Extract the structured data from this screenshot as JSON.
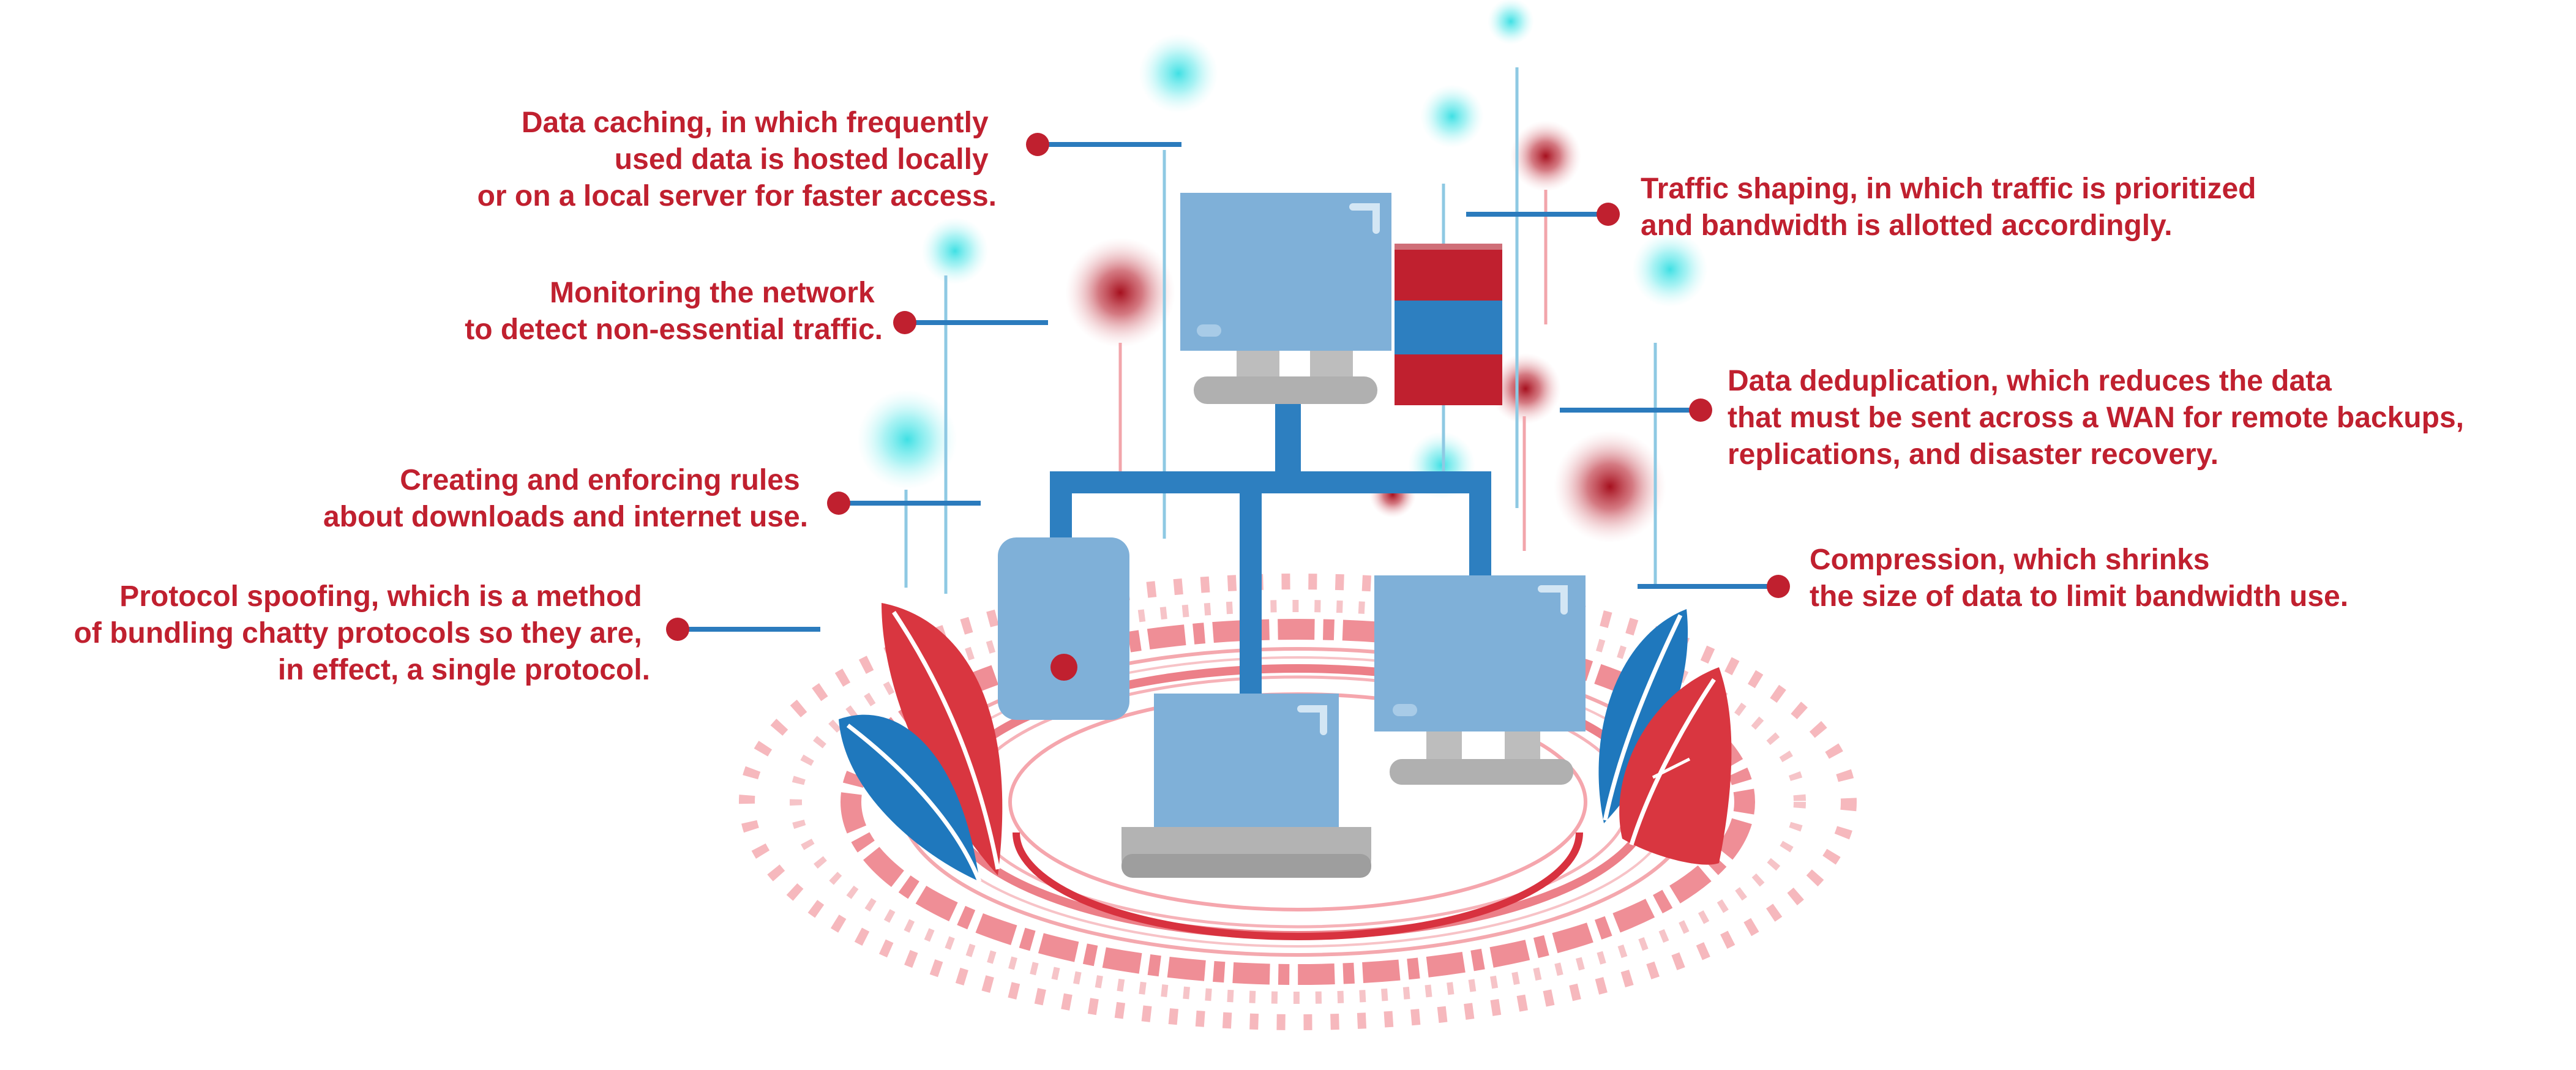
{
  "colors": {
    "label": "#c0202f",
    "connector_line": "#2b7bbd",
    "screen": "#7fb0d8",
    "stand": "#b3b3b3",
    "network_trunk": "#2d7fc0",
    "server_red": "#c0202f",
    "server_blue": "#2d7fc0",
    "ring_pink": "#f29aa0",
    "leaf_red": "#d93640",
    "leaf_blue": "#1f78bd",
    "glow_cyan": "#3fe0e4",
    "glow_red": "#a6101e"
  },
  "callouts": [
    {
      "id": "data-caching",
      "side": "left",
      "lines": [
        "Data caching, in which frequently",
        "used data is hosted locally",
        "or on a local server for faster access."
      ]
    },
    {
      "id": "monitoring",
      "side": "left",
      "lines": [
        "Monitoring the network",
        "to detect non-essential traffic."
      ]
    },
    {
      "id": "rules",
      "side": "left",
      "lines": [
        "Creating and enforcing rules",
        "about downloads and internet use."
      ]
    },
    {
      "id": "protocol-spoofing",
      "side": "left",
      "lines": [
        "Protocol spoofing, which is a method",
        "of bundling chatty protocols so they are,",
        "in effect, a single protocol."
      ]
    },
    {
      "id": "traffic-shaping",
      "side": "right",
      "lines": [
        "Traffic shaping, in which traffic is prioritized",
        "and bandwidth is allotted accordingly."
      ]
    },
    {
      "id": "deduplication",
      "side": "right",
      "lines": [
        "Data deduplication, which reduces the data",
        "that must be sent across a WAN for remote backups,",
        "replications, and disaster recovery."
      ]
    },
    {
      "id": "compression",
      "side": "right",
      "lines": [
        "Compression, which shrinks",
        "the size of data to limit bandwidth use."
      ]
    }
  ],
  "devices": [
    {
      "id": "top-monitor",
      "icon": "monitor-icon"
    },
    {
      "id": "server-rack",
      "icon": "server-icon"
    },
    {
      "id": "tablet",
      "icon": "tablet-icon"
    },
    {
      "id": "laptop",
      "icon": "laptop-icon"
    },
    {
      "id": "right-monitor",
      "icon": "monitor-icon"
    }
  ]
}
